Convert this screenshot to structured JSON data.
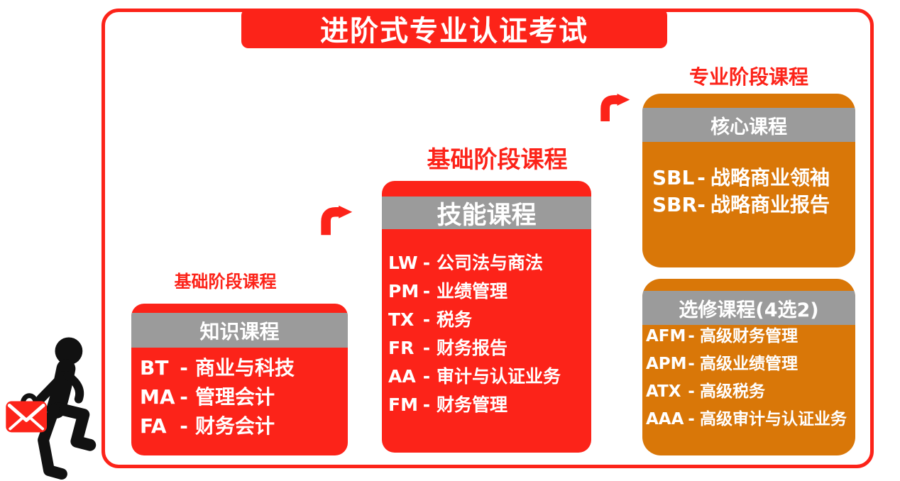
{
  "title": "进阶式专业认证考试",
  "separator": "-",
  "colors": {
    "red": "#FC2319",
    "orange": "#D97708",
    "gray_band": "#9B9B9B",
    "text_on_box": "#FFFFFF",
    "background": "#FFFFFF"
  },
  "icons": {
    "step_arrow": "curved-up-right-arrow",
    "climber": "person-climbing-steps-with-briefcase",
    "briefcase": "red-briefcase-with-envelope"
  },
  "stages": [
    {
      "label": "基础阶段课程",
      "boxes": [
        {
          "header": "知识课程",
          "theme": "red",
          "items": [
            {
              "code": "BT",
              "name": "商业与科技"
            },
            {
              "code": "MA",
              "name": "管理会计"
            },
            {
              "code": "FA",
              "name": "财务会计"
            }
          ]
        }
      ]
    },
    {
      "label": "基础阶段课程",
      "boxes": [
        {
          "header": "技能课程",
          "theme": "red",
          "items": [
            {
              "code": "LW",
              "name": "公司法与商法"
            },
            {
              "code": "PM",
              "name": "业绩管理"
            },
            {
              "code": "TX",
              "name": "税务"
            },
            {
              "code": "FR",
              "name": "财务报告"
            },
            {
              "code": "AA",
              "name": "审计与认证业务"
            },
            {
              "code": "FM",
              "name": "财务管理"
            }
          ]
        }
      ]
    },
    {
      "label": "专业阶段课程",
      "boxes": [
        {
          "header": "核心课程",
          "theme": "orange",
          "items": [
            {
              "code": "SBL",
              "name": "战略商业领袖"
            },
            {
              "code": "SBR",
              "name": "战略商业报告"
            }
          ]
        },
        {
          "header": "选修课程(4选2)",
          "theme": "orange",
          "items": [
            {
              "code": "AFM",
              "name": "高级财务管理"
            },
            {
              "code": "APM",
              "name": "高级业绩管理"
            },
            {
              "code": "ATX",
              "name": "高级税务"
            },
            {
              "code": "AAA",
              "name": "高级审计与认证业务"
            }
          ]
        }
      ]
    }
  ]
}
